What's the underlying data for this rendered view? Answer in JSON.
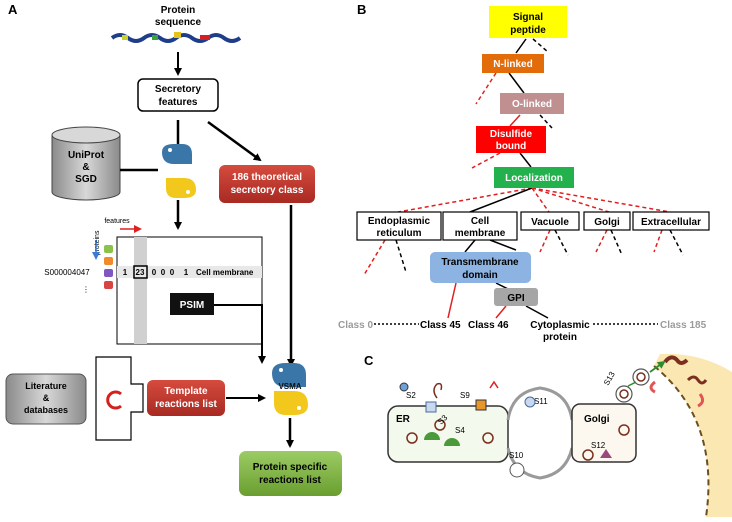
{
  "panels": {
    "a": "A",
    "b": "B",
    "c": "C"
  },
  "panel_a": {
    "protein_line1": "Protein",
    "protein_line2": "sequence",
    "secretory_line1": "Secretory",
    "secretory_line2": "features",
    "db_line1": "UniProt",
    "db_line2": "&",
    "db_line3": "SGD",
    "theoretical_line1": "186 theoretical",
    "theoretical_line2": "secretory class",
    "features_label": "features",
    "proteins_label": "proteins",
    "protein_id": "S000004047",
    "matrix_cells": [
      "1",
      "23",
      "0",
      "0",
      "0",
      "1"
    ],
    "matrix_label": "Cell membrane",
    "psim": "PSIM",
    "lit_line1": "Literature",
    "lit_line2": "&",
    "lit_line3": "databases",
    "template_line1": "Template",
    "template_line2": "reactions list",
    "vsma": "VSMA",
    "specific_line1": "Protein specific",
    "specific_line2": "reactions list",
    "colors": {
      "red_box": "#c0392b",
      "green_box": "#7cb342",
      "db_grey": "#b5b5b5"
    }
  },
  "panel_b": {
    "signal_line1": "Signal",
    "signal_line2": "peptide",
    "n_linked": "N-linked",
    "o_linked": "O-linked",
    "disulfide_line1": "Disulfide",
    "disulfide_line2": "bound",
    "localization": "Localization",
    "er_line1": "Endoplasmic",
    "er_line2": "reticulum",
    "cm_line1": "Cell",
    "cm_line2": "membrane",
    "vacuole": "Vacuole",
    "golgi": "Golgi",
    "extracellular": "Extracellular",
    "tm_line1": "Transmembrane",
    "tm_line2": "domain",
    "gpi": "GPI",
    "class0": "Class 0",
    "class45": "Class 45",
    "class46": "Class 46",
    "cyto_line1": "Cytoplasmic",
    "cyto_line2": "protein",
    "class185": "Class 185",
    "colors": {
      "signal": "#ffff00",
      "n_linked": "#e36c0a",
      "o_linked": "#c09090",
      "disulfide": "#ff0000",
      "localization": "#22b14c",
      "transmembrane": "#8db3e2",
      "gpi": "#a6a6a6"
    }
  },
  "panel_c": {
    "er": "ER",
    "golgi": "Golgi",
    "steps": [
      "S2",
      "S3",
      "S4",
      "S9",
      "S10",
      "S11",
      "S12",
      "S13"
    ]
  }
}
